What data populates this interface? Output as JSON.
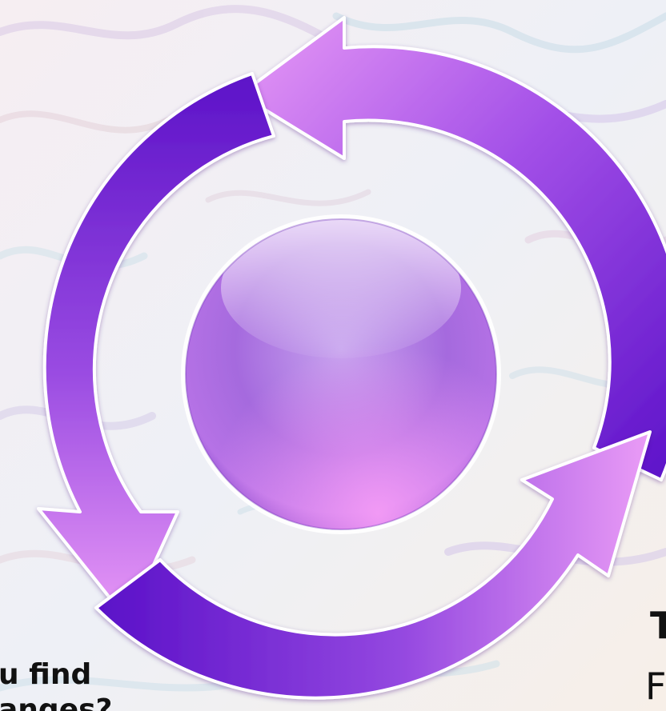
{
  "diagram": {
    "left_caption_line1": "u find",
    "left_caption_line2": "anges?",
    "right_caption_line1": "T",
    "right_caption_line2": "F"
  },
  "colors": {
    "arrow_dark": "#5a10c8",
    "arrow_mid": "#8e3fe0",
    "arrow_light": "#e696f6",
    "sphere_top": "#c9a6f0",
    "sphere_mid": "#a76be0",
    "sphere_bottom": "#f090f4",
    "background": "#f3eef4"
  }
}
